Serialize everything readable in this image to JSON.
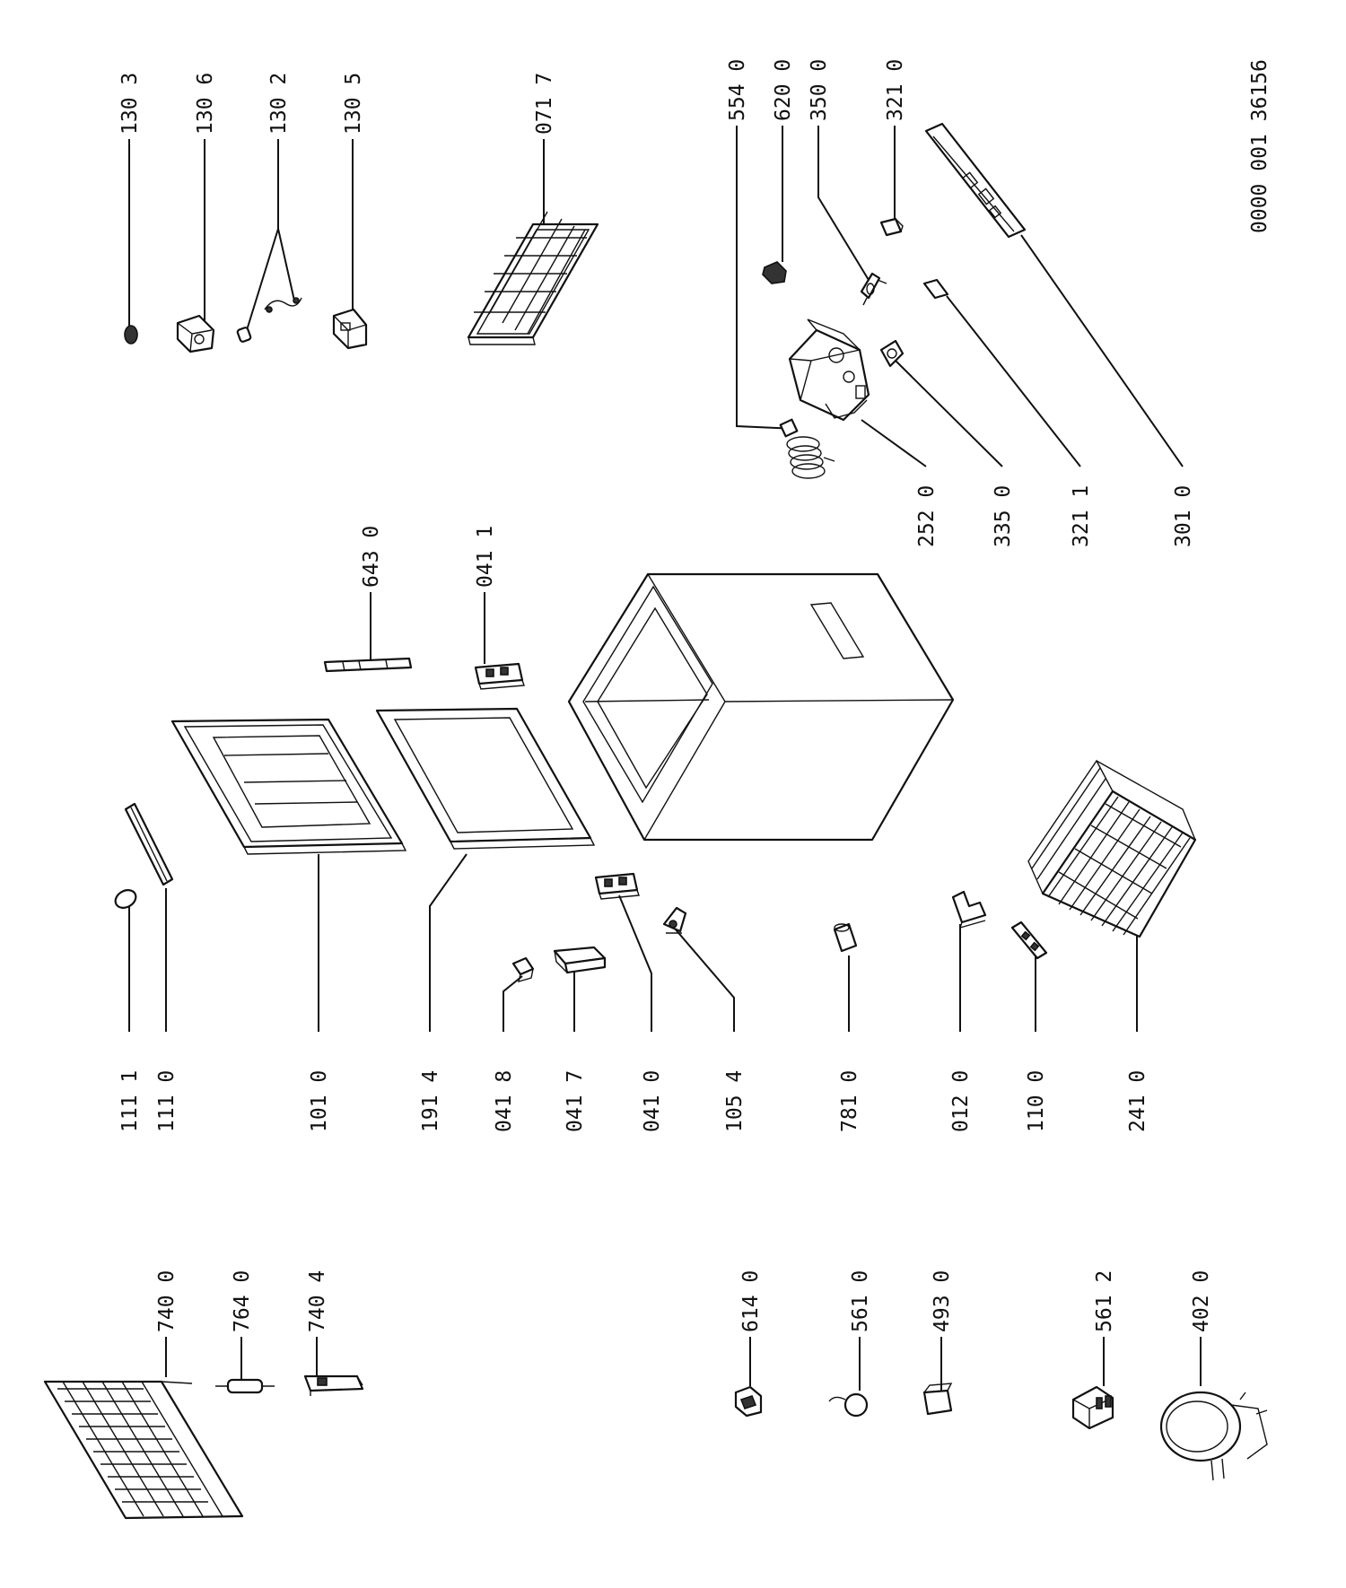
{
  "drawing_number": "0000 001 36156",
  "labels": {
    "l_130_3": "130 3",
    "l_130_6": "130 6",
    "l_130_2": "130 2",
    "l_130_5": "130 5",
    "l_071_7": "071 7",
    "l_554_0": "554 0",
    "l_620_0": "620 0",
    "l_350_0": "350 0",
    "l_321_0": "321 0",
    "l_643_0": "643 0",
    "l_041_1": "041 1",
    "l_252_0": "252 0",
    "l_335_0": "335 0",
    "l_321_1": "321 1",
    "l_301_0": "301 0",
    "l_111_1": "111 1",
    "l_111_0": "111 0",
    "l_101_0": "101 0",
    "l_191_4": "191 4",
    "l_041_8": "041 8",
    "l_041_7": "041 7",
    "l_041_0": "041 0",
    "l_105_4": "105 4",
    "l_781_0": "781 0",
    "l_012_0": "012 0",
    "l_110_0": "110 0",
    "l_241_0": "241 0",
    "l_740_0": "740 0",
    "l_764_0": "764 0",
    "l_740_4": "740 4",
    "l_614_0": "614 0",
    "l_561_0": "561 0",
    "l_493_0": "493 0",
    "l_561_2": "561 2",
    "l_402_0": "402 0"
  }
}
